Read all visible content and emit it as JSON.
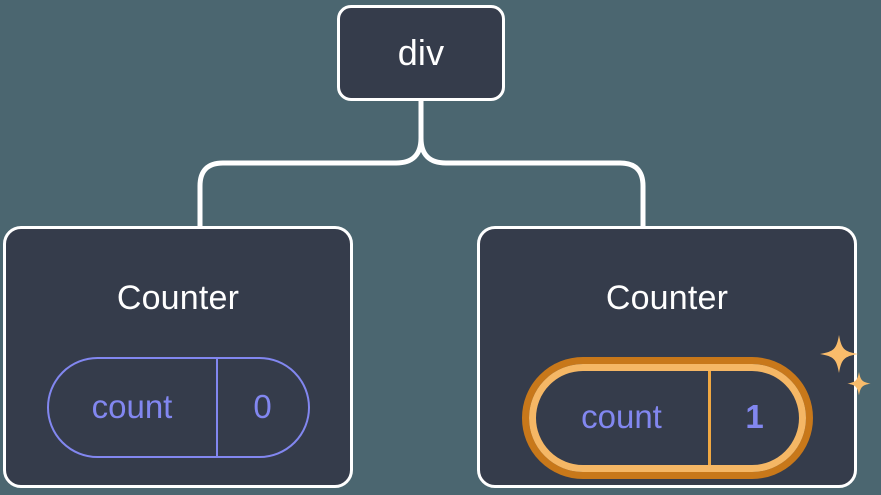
{
  "diagram": {
    "type": "react-component-tree",
    "background_color": "#4b6670",
    "node_fill_color": "#353c4b",
    "node_border_color": "#ffffff",
    "connector_color": "#ffffff",
    "state_color": "#8287f0",
    "highlight_outer_color": "#c8781a",
    "highlight_inner_color": "#f5b765",
    "sparkle_color": "#f9bc6b"
  },
  "root": {
    "label": "div"
  },
  "children": [
    {
      "title": "Counter",
      "state": {
        "key": "count",
        "value": "0"
      },
      "highlighted": false
    },
    {
      "title": "Counter",
      "state": {
        "key": "count",
        "value": "1"
      },
      "highlighted": true,
      "sparkle_icons": [
        "sparkle-large",
        "sparkle-small"
      ]
    }
  ]
}
